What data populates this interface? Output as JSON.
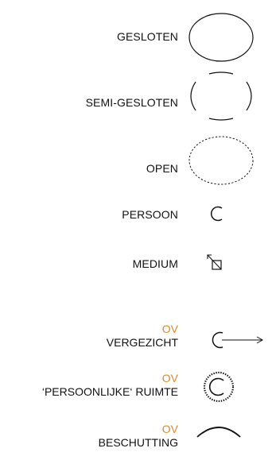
{
  "legend": {
    "accent_color": "#d98b2b",
    "items": [
      {
        "label": "GESLOTEN",
        "icon": "closed-ellipse-icon"
      },
      {
        "label": "SEMI-GESLOTEN",
        "icon": "semi-closed-ellipse-icon"
      },
      {
        "label": "OPEN",
        "icon": "open-dashed-ellipse-icon"
      },
      {
        "label": "PERSOON",
        "icon": "person-arc-icon"
      },
      {
        "label": "MEDIUM",
        "icon": "medium-box-arrow-icon"
      }
    ],
    "ov_items": [
      {
        "prefix": "OV",
        "label": "VERGEZICHT",
        "icon": "vista-arc-arrow-icon"
      },
      {
        "prefix": "OV",
        "label": "‘PERSOONLIJKE‘ RUIMTE",
        "icon": "personal-space-icon"
      },
      {
        "prefix": "OV",
        "label": "BESCHUTTING",
        "icon": "shelter-arc-icon"
      }
    ]
  }
}
